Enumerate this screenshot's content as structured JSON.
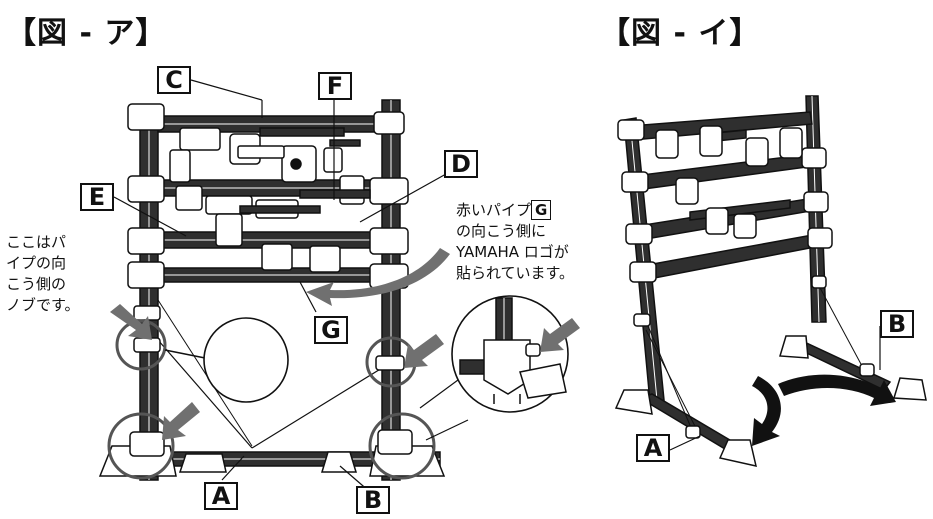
{
  "figures": {
    "a_title": "【図 - ア】",
    "i_title": "【図 - イ】"
  },
  "labels": {
    "A": "A",
    "B": "B",
    "C": "C",
    "D": "D",
    "E": "E",
    "F": "F",
    "G": "G"
  },
  "notes": {
    "left_lines": [
      "ここはパ",
      "イプの向",
      "こう側の",
      "ノブです。"
    ],
    "right_line1_text": "赤いパイプ",
    "right_line1_box": "G",
    "right_lines": [
      "の向こう側に",
      "YAMAHA ロゴが",
      "貼られています。"
    ]
  },
  "colors": {
    "line": "#111111",
    "arrow_fill": "#707070",
    "pipe_fill": "#3a3a3a",
    "joint_fill": "#ffffff"
  }
}
